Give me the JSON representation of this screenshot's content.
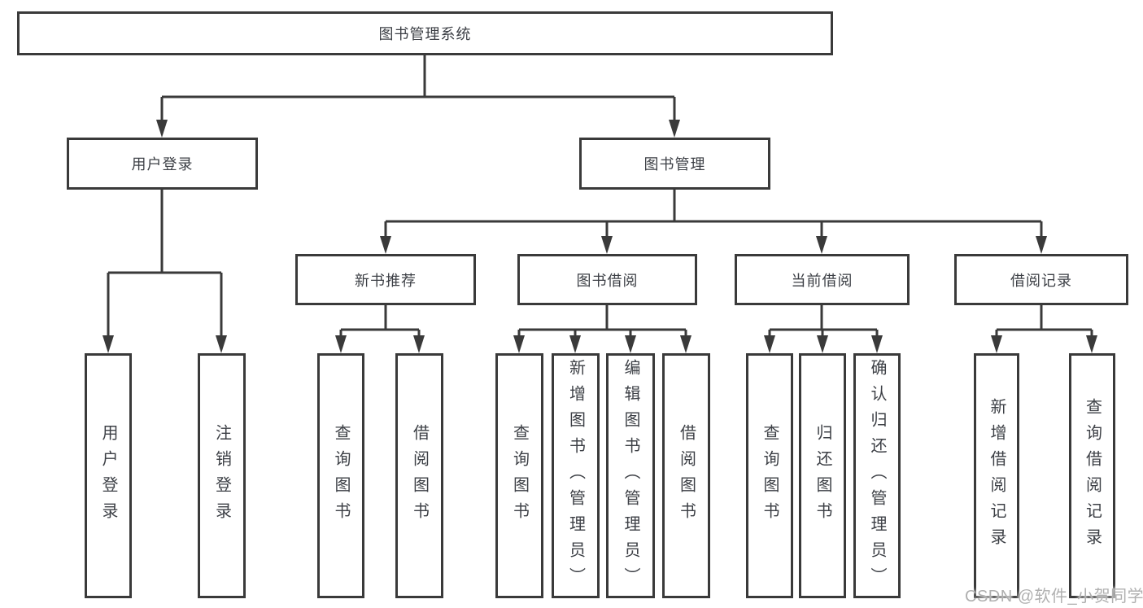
{
  "diagram": {
    "title": "图书管理系统",
    "level2": [
      {
        "label": "用户登录"
      },
      {
        "label": "图书管理"
      }
    ],
    "level3": [
      {
        "label": "新书推荐",
        "parent": "图书管理"
      },
      {
        "label": "图书借阅",
        "parent": "图书管理"
      },
      {
        "label": "当前借阅",
        "parent": "图书管理"
      },
      {
        "label": "借阅记录",
        "parent": "图书管理"
      }
    ],
    "leaves": [
      {
        "label": "用户登录",
        "parent": "用户登录"
      },
      {
        "label": "注销登录",
        "parent": "用户登录"
      },
      {
        "label": "查询图书",
        "parent": "新书推荐"
      },
      {
        "label": "借阅图书",
        "parent": "新书推荐"
      },
      {
        "label": "查询图书",
        "parent": "图书借阅"
      },
      {
        "label": "新增图书（管理员）",
        "parent": "图书借阅"
      },
      {
        "label": "编辑图书（管理员）",
        "parent": "图书借阅"
      },
      {
        "label": "借阅图书",
        "parent": "图书借阅"
      },
      {
        "label": "查询图书",
        "parent": "当前借阅"
      },
      {
        "label": "归还图书",
        "parent": "当前借阅"
      },
      {
        "label": "确认归还（管理员）",
        "parent": "当前借阅"
      },
      {
        "label": "新增借阅记录",
        "parent": "借阅记录"
      },
      {
        "label": "查询借阅记录",
        "parent": "借阅记录"
      }
    ]
  },
  "watermark": {
    "text": "CSDN @软件_小贺同学"
  },
  "colors": {
    "line": "#3a3a3a",
    "text": "#3d4046",
    "watermark": "#b0b0b0",
    "background": "#ffffff"
  }
}
